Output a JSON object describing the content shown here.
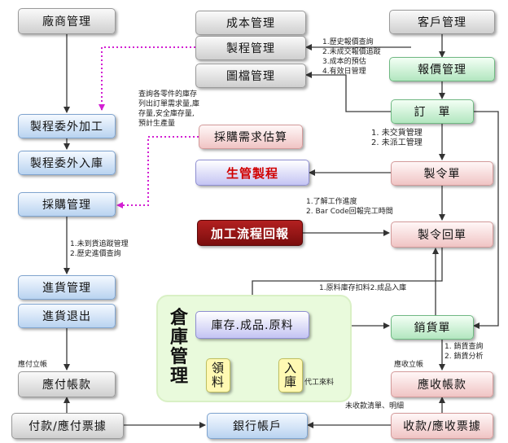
{
  "boxes": {
    "vendor_mgmt": "廠商管理",
    "cost_mgmt": "成本管理",
    "process_mgmt": "製程管理",
    "drawing_mgmt": "圖檔管理",
    "customer_mgmt": "客戶管理",
    "quote_mgmt": "報價管理",
    "order": "訂　單",
    "outsource_process": "製程委外加工",
    "outsource_receipt": "製程委外入庫",
    "purchase_estimate": "採購需求估算",
    "production_control": "生管製程",
    "work_order": "製令單",
    "purchasing_mgmt": "採購管理",
    "process_report": "加工流程回報",
    "work_order_return": "製令回單",
    "receiving_mgmt": "進貨管理",
    "purchase_return": "進貨退出",
    "inventory": "庫存.成品.原料",
    "warehouse_title": "倉庫管理",
    "material_issue": "領料",
    "stock_in": "入庫",
    "sales_order": "銷貨單",
    "payable": "應付帳款",
    "receivable": "應收帳款",
    "payment": "付款/應付票據",
    "bank_account": "銀行帳戶",
    "collection": "收款/應收票據"
  },
  "notes": {
    "quote_notes": [
      "1.歷史報價查詢",
      "2.未成交報價追蹤",
      "3.成本的預估",
      "4.有效日管理"
    ],
    "purchase_query_note": [
      "查詢各零件的庫存",
      "列出訂單需求量,庫",
      "存量,安全庫存量,",
      "預計生產量"
    ],
    "order_notes": [
      "1. 未交貨管理",
      "2. 未派工管理"
    ],
    "work_notes": [
      "1.了解工作進度",
      "2. Bar Code回報完工時間"
    ],
    "purchase_notes": [
      "1.未到貨追蹤管理",
      "2.歷史進價查詢"
    ],
    "material_note": "1.原料庫存扣料2.成品入庫",
    "sales_notes": [
      "1. 銷貨查詢",
      "2. 銷貨分析"
    ],
    "payable_label": "應付立帳",
    "receivable_label": "應收立帳",
    "subcontract_label": "代工來料",
    "unreceived_note": "未收款清單、明細"
  },
  "colors": {
    "arrow": "#3a3a3a",
    "dotted_arrow": "#d21fd2"
  }
}
